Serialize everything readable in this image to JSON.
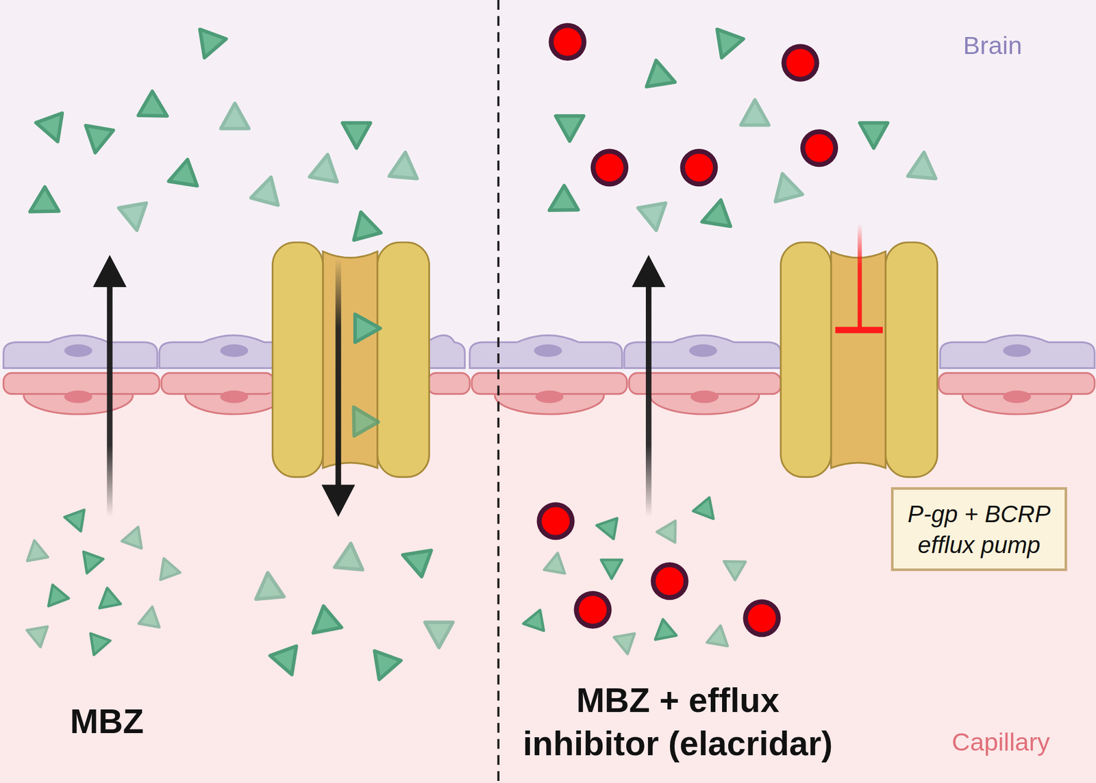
{
  "diagram": {
    "nodes": [
      {
        "text": [
          "P-gp + BCRP efflux pump"
        ]
      }
    ],
    "labels": [
      "Brain",
      "Capillary",
      "MBZ",
      "MBZ + efflux inhibitor (elacridar)"
    ]
  }
}
